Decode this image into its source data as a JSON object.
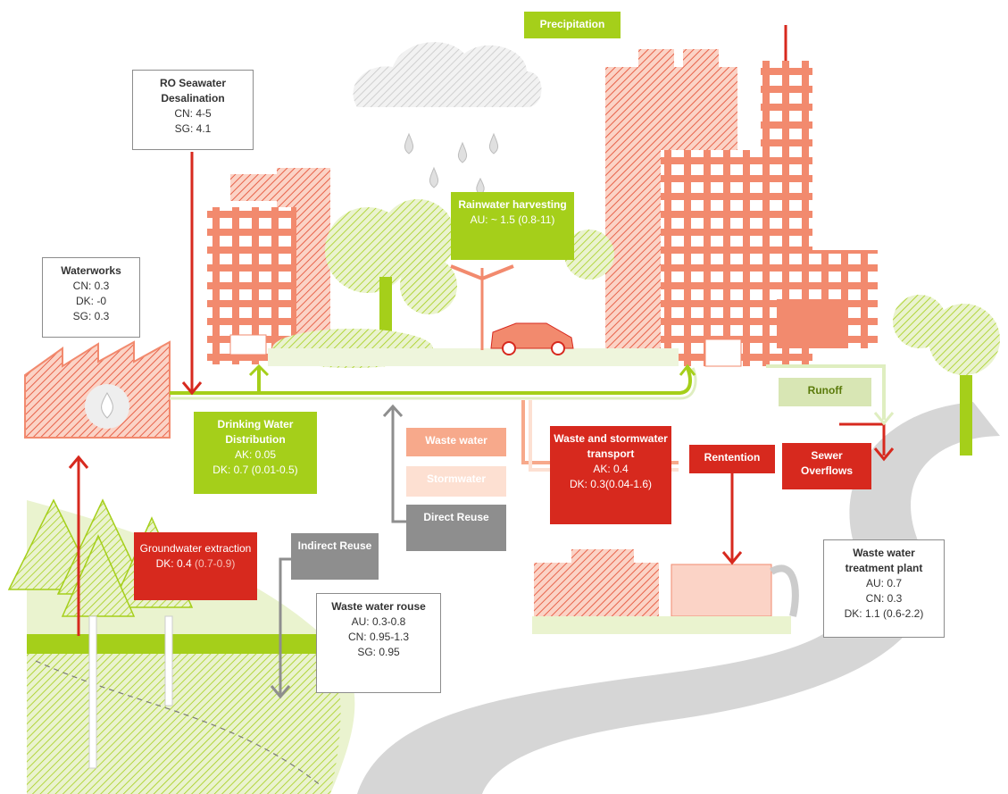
{
  "precipitation": {
    "title": "Precipitation"
  },
  "ro_desal": {
    "title": "RO Seawater Desalination",
    "lines": [
      "CN: 4-5",
      "SG: 4.1"
    ]
  },
  "waterworks": {
    "title": "Waterworks",
    "lines": [
      "CN: 0.3",
      "DK: -0",
      "SG: 0.3"
    ]
  },
  "rainwater": {
    "title": "Rainwater harvesting",
    "lines": [
      "AU: ~ 1.5 (0.8-11)"
    ]
  },
  "drinking": {
    "title": "Drinking Water Distribution",
    "lines": [
      "AK: 0.05",
      "DK: 0.7 (0.01-0.5)"
    ]
  },
  "legend": {
    "waste_water": "Waste water",
    "stormwater": "Stormwater"
  },
  "direct_reuse": {
    "title": "Direct Reuse"
  },
  "indirect_reuse": {
    "title": "Indirect Reuse"
  },
  "groundwater": {
    "title": "Groundwater extraction",
    "line_main": "DK: 0.4",
    "line_range": "(0.7-0.9)"
  },
  "wastewater_reuse": {
    "title": "Waste water rouse",
    "lines": [
      "AU: 0.3-0.8",
      "CN: 0.95-1.3",
      "SG: 0.95"
    ]
  },
  "transport": {
    "title": "Waste and stormwater transport",
    "lines": [
      "AK: 0.4",
      "DK: 0.3(0.04-1.6)"
    ]
  },
  "retention": {
    "title": "Rentention"
  },
  "sewer": {
    "title": "Sewer Overflows"
  },
  "runoff": {
    "title": "Runoff"
  },
  "treatment": {
    "title": "Waste water treatment plant",
    "lines": [
      "AU: 0.7",
      "CN: 0.3",
      "DK: 1.1 (0.6-2.2)"
    ]
  },
  "colors": {
    "red": "#d7291e",
    "green": "#a5cf1a",
    "grey": "#8e8e8e",
    "salmon": "#f7a98b",
    "building": "#f28a6e"
  }
}
